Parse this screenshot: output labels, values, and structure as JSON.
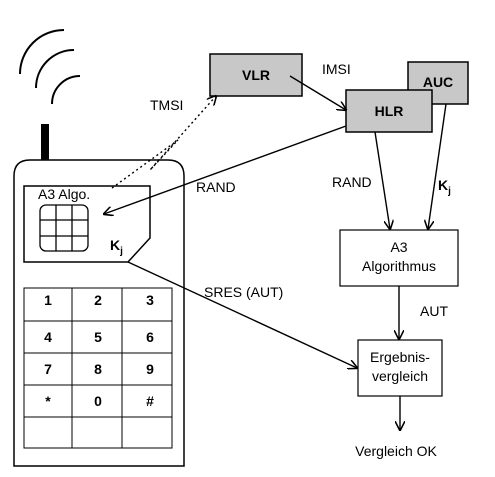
{
  "nodes": {
    "vlr": "VLR",
    "hlr": "HLR",
    "auc": "AUC",
    "a3_line1": "A3",
    "a3_line2": "Algorithmus",
    "cmp_line1": "Ergebnis-",
    "cmp_line2": "vergleich",
    "sim_label": "A3 Algo.",
    "sim_key": "K",
    "sim_key_sub": "j",
    "result": "Vergleich OK"
  },
  "edges": {
    "imsi": "IMSI",
    "tmsi": "TMSI",
    "rand_phone": "RAND",
    "rand_a3": "RAND",
    "kj_main": "K",
    "kj_sub": "j",
    "sres": "SRES (AUT)",
    "aut": "AUT"
  },
  "keypad": [
    "1",
    "2",
    "3",
    "4",
    "5",
    "6",
    "7",
    "8",
    "9",
    "*",
    "0",
    "#"
  ],
  "colors": {
    "box_gray": "#c8c8c8",
    "stroke": "#000000"
  }
}
